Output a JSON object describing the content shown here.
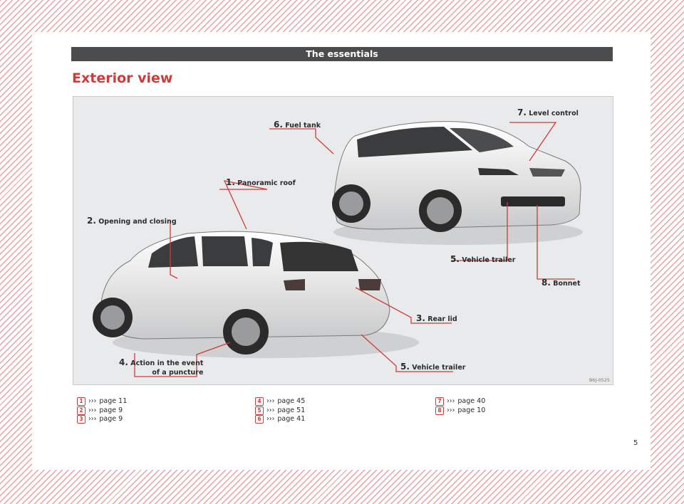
{
  "header": {
    "section_title": "The essentials"
  },
  "page_title": "Exterior view",
  "figure": {
    "code": "B6J-0525",
    "callouts": [
      {
        "num": "6.",
        "label": "Fuel tank"
      },
      {
        "num": "7.",
        "label": "Level control"
      },
      {
        "num": "1.",
        "label": "Panoramic roof"
      },
      {
        "num": "2.",
        "label": "Opening and closing"
      },
      {
        "num": "5.",
        "label": "Vehicle trailer"
      },
      {
        "num": "8.",
        "label": "Bonnet"
      },
      {
        "num": "3.",
        "label": "Rear lid"
      },
      {
        "num": "4.",
        "label": "Action in the event",
        "label2": "of a puncture"
      },
      {
        "num": "5.",
        "label": "Vehicle trailer"
      }
    ]
  },
  "references": [
    [
      {
        "badge": "1",
        "text": "page 11"
      },
      {
        "badge": "2",
        "text": "page 9"
      },
      {
        "badge": "3",
        "text": "page 9"
      }
    ],
    [
      {
        "badge": "4",
        "text": "page 45"
      },
      {
        "badge": "5",
        "text": "page 51"
      },
      {
        "badge": "6",
        "text": "page 41"
      }
    ],
    [
      {
        "badge": "7",
        "text": "page 40"
      },
      {
        "badge": "8",
        "text": "page 10"
      }
    ]
  ],
  "ref_arrow": "›››",
  "page_number": "5",
  "colors": {
    "accent": "#d03a3a",
    "header_bg": "#4a4c4e"
  }
}
